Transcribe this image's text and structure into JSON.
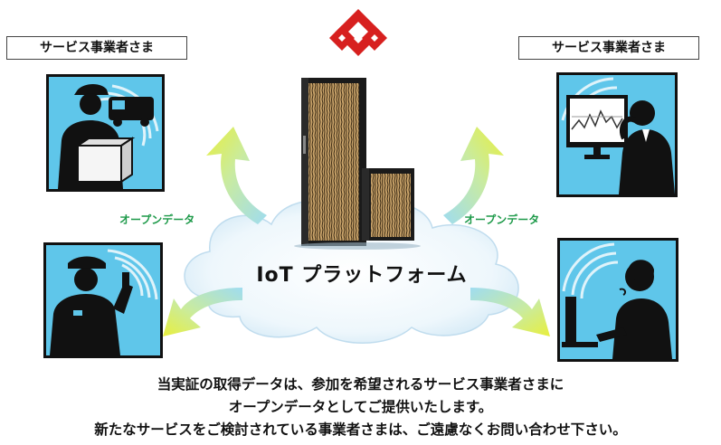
{
  "labels": {
    "provider_left": "サービス事業者さま",
    "provider_right": "サービス事業者さま",
    "open_data_left": "オープンデータ",
    "open_data_right": "オープンデータ",
    "platform": "IoT プラットフォーム"
  },
  "caption": {
    "line1": "当実証の取得データは、参加を希望されるサービス事業者さまに",
    "line2": "オープンデータとしてご提供いたします。",
    "line3": "新たなサービスをご検討されている事業者さまは、ご遠慮なくお問い合わせ下さい。"
  },
  "colors": {
    "logo": "#d7201f",
    "panel_bg": "#5fc6ea",
    "arrow_start": "#f2ee3a",
    "arrow_end": "#3fc3d6",
    "open_data_text": "#1e9a4a",
    "cloud": "#e4f2fa"
  },
  "icons": {
    "logo": "red-diamond-logo-icon",
    "server": "server-rack-icon",
    "delivery": "delivery-worker-icon",
    "analyst": "analyst-monitor-icon",
    "guard": "security-guard-icon",
    "operator": "call-operator-icon"
  }
}
